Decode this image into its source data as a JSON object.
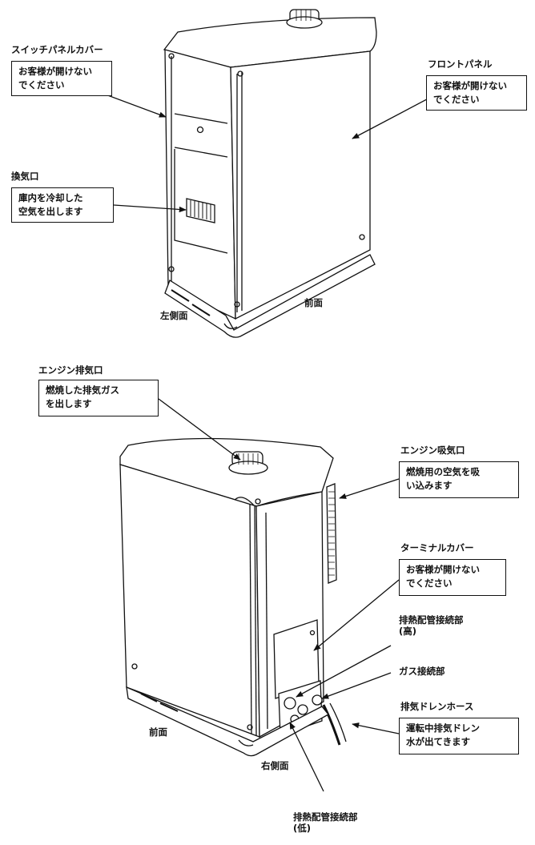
{
  "callouts": {
    "switch_panel_cover": {
      "title": "スイッチパネルカバー",
      "lines": [
        "お客様が開けない",
        "でください"
      ]
    },
    "front_panel": {
      "title": "フロントパネル",
      "lines": [
        "お客様が開けない",
        "でください"
      ]
    },
    "ventilation_port": {
      "title": "換気口",
      "lines": [
        "庫内を冷却した",
        "空気を出します"
      ]
    },
    "engine_exhaust_port": {
      "title": "エンジン排気口",
      "lines": [
        "燃焼した排気ガス",
        "を出します"
      ]
    },
    "engine_intake_port": {
      "title": "エンジン吸気口",
      "lines": [
        "燃焼用の空気を吸",
        "い込みます"
      ]
    },
    "terminal_cover": {
      "title": "ターミナルカバー",
      "lines": [
        "お客様が開けない",
        "でください"
      ]
    },
    "exhaust_drain_hose": {
      "title": "排気ドレンホース",
      "lines": [
        "運転中排気ドレン",
        "水が出てきます"
      ]
    }
  },
  "labels": {
    "heat_pipe_high": [
      "排熱配管接続部",
      "(高)"
    ],
    "gas_connection": "ガス接続部",
    "heat_pipe_low": [
      "排熱配管接続部",
      "(低)"
    ],
    "top_left_side": "左側面",
    "top_front": "前面",
    "bottom_front": "前面",
    "bottom_right_side": "右側面"
  }
}
